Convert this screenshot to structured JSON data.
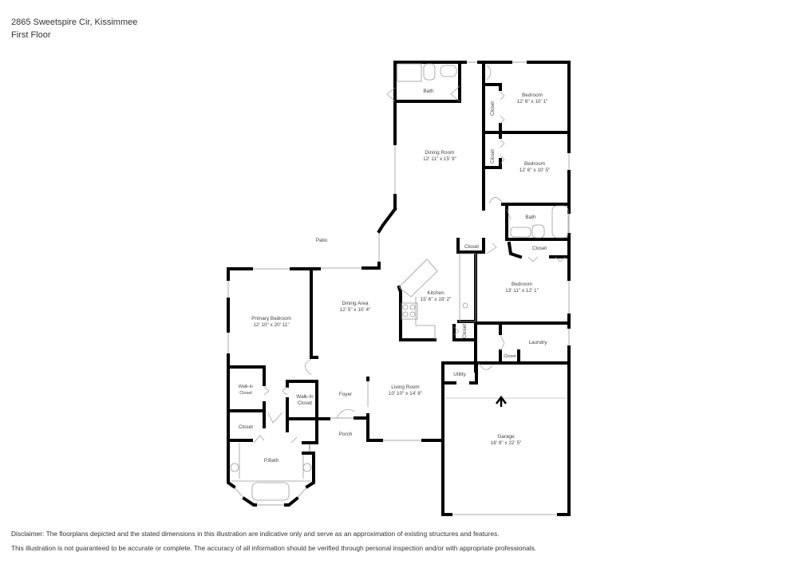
{
  "header": {
    "address": "2865 Sweetspire Cir, Kissimmee",
    "floor": "First Floor"
  },
  "rooms": {
    "bath_top": {
      "name": "Bath",
      "dims": ""
    },
    "bedroom_1": {
      "name": "Bedroom",
      "dims": "12' 6\" x 10' 1\""
    },
    "closet_1": {
      "name": "Closet",
      "dims": ""
    },
    "closet_2": {
      "name": "Closet",
      "dims": ""
    },
    "bedroom_2": {
      "name": "Bedroom",
      "dims": "12' 6\" x 10' 5\""
    },
    "dining_room": {
      "name": "Dining Room",
      "dims": "12' 11\" x 15' 9\""
    },
    "bath_mid": {
      "name": "Bath",
      "dims": ""
    },
    "closet_3": {
      "name": "Closet",
      "dims": ""
    },
    "closet_4": {
      "name": "Closet",
      "dims": ""
    },
    "patio": {
      "name": "Patio",
      "dims": ""
    },
    "kitchen": {
      "name": "Kitchen",
      "dims": "15' 6\" x 19' 2\""
    },
    "bedroom_3": {
      "name": "Bedroom",
      "dims": "13' 11\" x 12' 1\""
    },
    "closet_5": {
      "name": "Closet",
      "dims": ""
    },
    "laundry": {
      "name": "Laundry",
      "dims": ""
    },
    "closet_6": {
      "name": "Closet",
      "dims": ""
    },
    "primary_bedroom": {
      "name": "Primary Bedroom",
      "dims": "12' 10\" x 20' 11\""
    },
    "dining_area": {
      "name": "Dining Area",
      "dims": "12' 5\" x 10' 4\""
    },
    "walkin_closet_1": {
      "name": "Walk-In",
      "name2": "Closet"
    },
    "walkin_closet_2": {
      "name": "Walk-In",
      "name2": "Closet"
    },
    "foyer": {
      "name": "Foyer",
      "dims": ""
    },
    "living_room": {
      "name": "Living Room",
      "dims": "10' 10\" x 14' 8\""
    },
    "utility": {
      "name": "Utility",
      "dims": ""
    },
    "closet_7": {
      "name": "Closet",
      "dims": ""
    },
    "porch": {
      "name": "Porch",
      "dims": ""
    },
    "pbath": {
      "name": "P.Bath",
      "dims": ""
    },
    "closet_8": {
      "name": "Closet",
      "dims": ""
    },
    "garage": {
      "name": "Garage",
      "dims": "18' 9\" x 22' 5\""
    }
  },
  "disclaimer": {
    "line1": "Disclaimer: The floorplans depicted and the stated dimensions in this illustration are indicative only and serve as an approximation of existing structures and features.",
    "line2": "This illustration is not guaranteed to be accurate or complete. The accuracy of all information should be verified through personal inspection and/or with appropriate professionals."
  },
  "colors": {
    "wall": "#000000",
    "window": "#bbbbbb",
    "text": "#333333"
  }
}
